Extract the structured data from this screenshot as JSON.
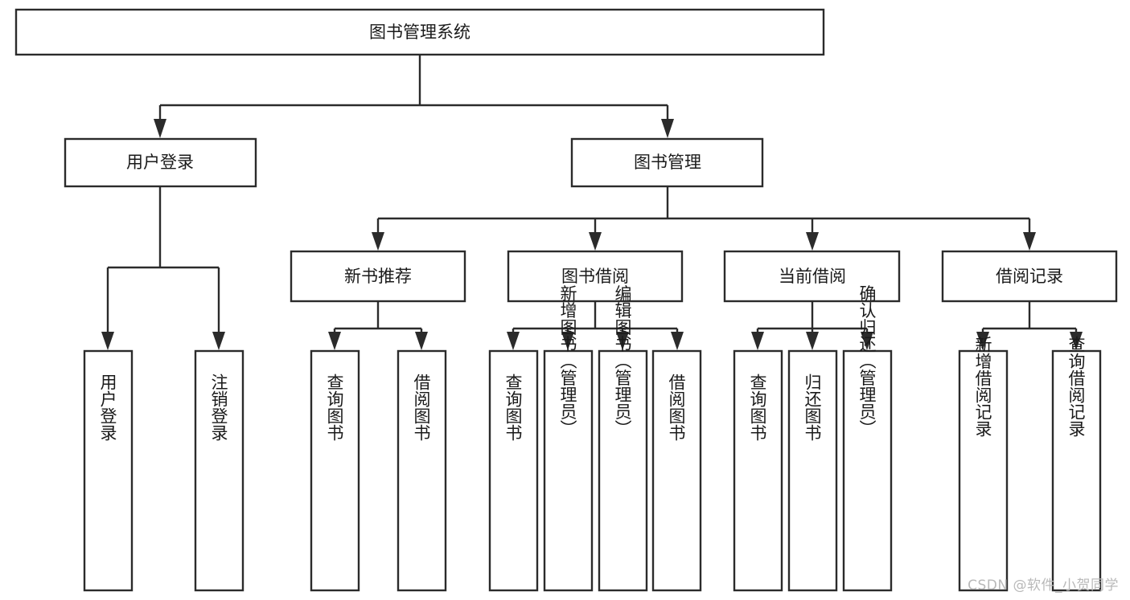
{
  "diagram": {
    "title": "图书管理系统",
    "watermark": "CSDN @软件_小贺同学",
    "colors": {
      "stroke": "#2b2b2b",
      "box_fill": "#ffffff",
      "text": "#1a1a1a",
      "background": "#ffffff",
      "watermark": "#b9b9b9"
    },
    "root": {
      "label": "图书管理系统"
    },
    "level2": [
      {
        "label": "用户登录"
      },
      {
        "label": "图书管理"
      }
    ],
    "level3": [
      {
        "label": "新书推荐"
      },
      {
        "label": "图书借阅"
      },
      {
        "label": "当前借阅"
      },
      {
        "label": "借阅记录"
      }
    ],
    "leaves": {
      "user_login": [
        {
          "label": "用户登录"
        },
        {
          "label": "注销登录"
        }
      ],
      "new_book_recommend": [
        {
          "label": "查询图书"
        },
        {
          "label": "借阅图书"
        }
      ],
      "book_borrow": [
        {
          "label": "查询图书"
        },
        {
          "label": "新增图书（管理员）"
        },
        {
          "label": "编辑图书（管理员）"
        },
        {
          "label": "借阅图书"
        }
      ],
      "current_borrow": [
        {
          "label": "查询图书"
        },
        {
          "label": "归还图书"
        },
        {
          "label": "确认归还（管理员）"
        }
      ],
      "borrow_record": [
        {
          "label": "新增借阅记录"
        },
        {
          "label": "查询借阅记录"
        }
      ]
    }
  }
}
